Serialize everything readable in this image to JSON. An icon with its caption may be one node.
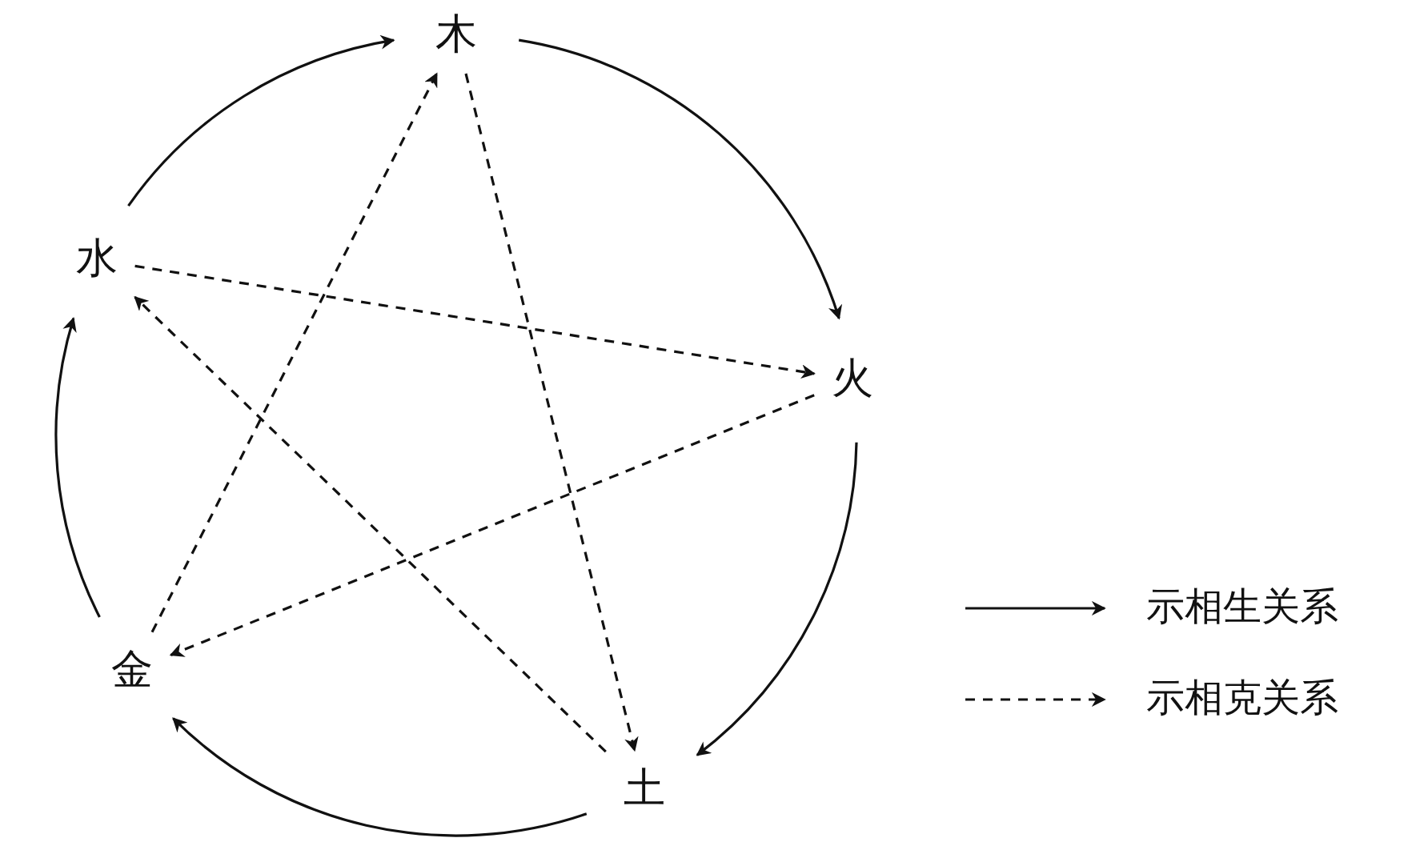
{
  "diagram": {
    "nodes": [
      {
        "text": [
          "木"
        ]
      },
      {
        "text": [
          "火"
        ]
      },
      {
        "text": [
          "土"
        ]
      },
      {
        "text": [
          "金"
        ]
      },
      {
        "text": [
          "水"
        ]
      }
    ],
    "edges": [
      {
        "from": 4,
        "to": 0,
        "arrow": "to"
      },
      {
        "from": 0,
        "to": 1,
        "arrow": "to"
      },
      {
        "from": 1,
        "to": 2,
        "arrow": "to"
      },
      {
        "from": 2,
        "to": 3,
        "arrow": "to"
      },
      {
        "from": 3,
        "to": 4,
        "arrow": "to"
      },
      {
        "from": 0,
        "to": 2,
        "arrow": "to",
        "style": "dashed"
      },
      {
        "from": 2,
        "to": 4,
        "arrow": "to",
        "style": "dashed"
      },
      {
        "from": 4,
        "to": 1,
        "arrow": "to",
        "style": "dashed"
      },
      {
        "from": 1,
        "to": 3,
        "arrow": "to",
        "style": "dashed"
      },
      {
        "from": 3,
        "to": 0,
        "arrow": "to",
        "style": "dashed"
      }
    ],
    "legend": [
      {
        "text": "示相生关系"
      },
      {
        "text": "示相克关系"
      }
    ]
  }
}
